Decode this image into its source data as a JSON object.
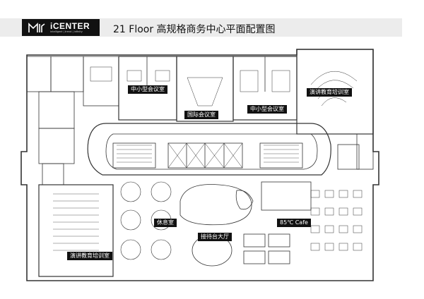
{
  "header": {
    "brand": "iCENTER",
    "tagline": "intelligent | trend | infinity",
    "title": "21 Floor 高规格商务中心平面配置图"
  },
  "rooms": {
    "small_meeting_left": "中小型会议室",
    "international_conference": "国际会议室",
    "small_meeting_right": "中小型会议室",
    "lecture_training_top": "演讲教育培训室",
    "lounge": "休息室",
    "reception_hall": "接待台大厅",
    "cafe": "85℃ Cafe",
    "lecture_training_bottom": "演讲教育培训室"
  },
  "colors": {
    "label_bg": "#111111",
    "header_bg": "#ececec",
    "line": "#333333"
  }
}
